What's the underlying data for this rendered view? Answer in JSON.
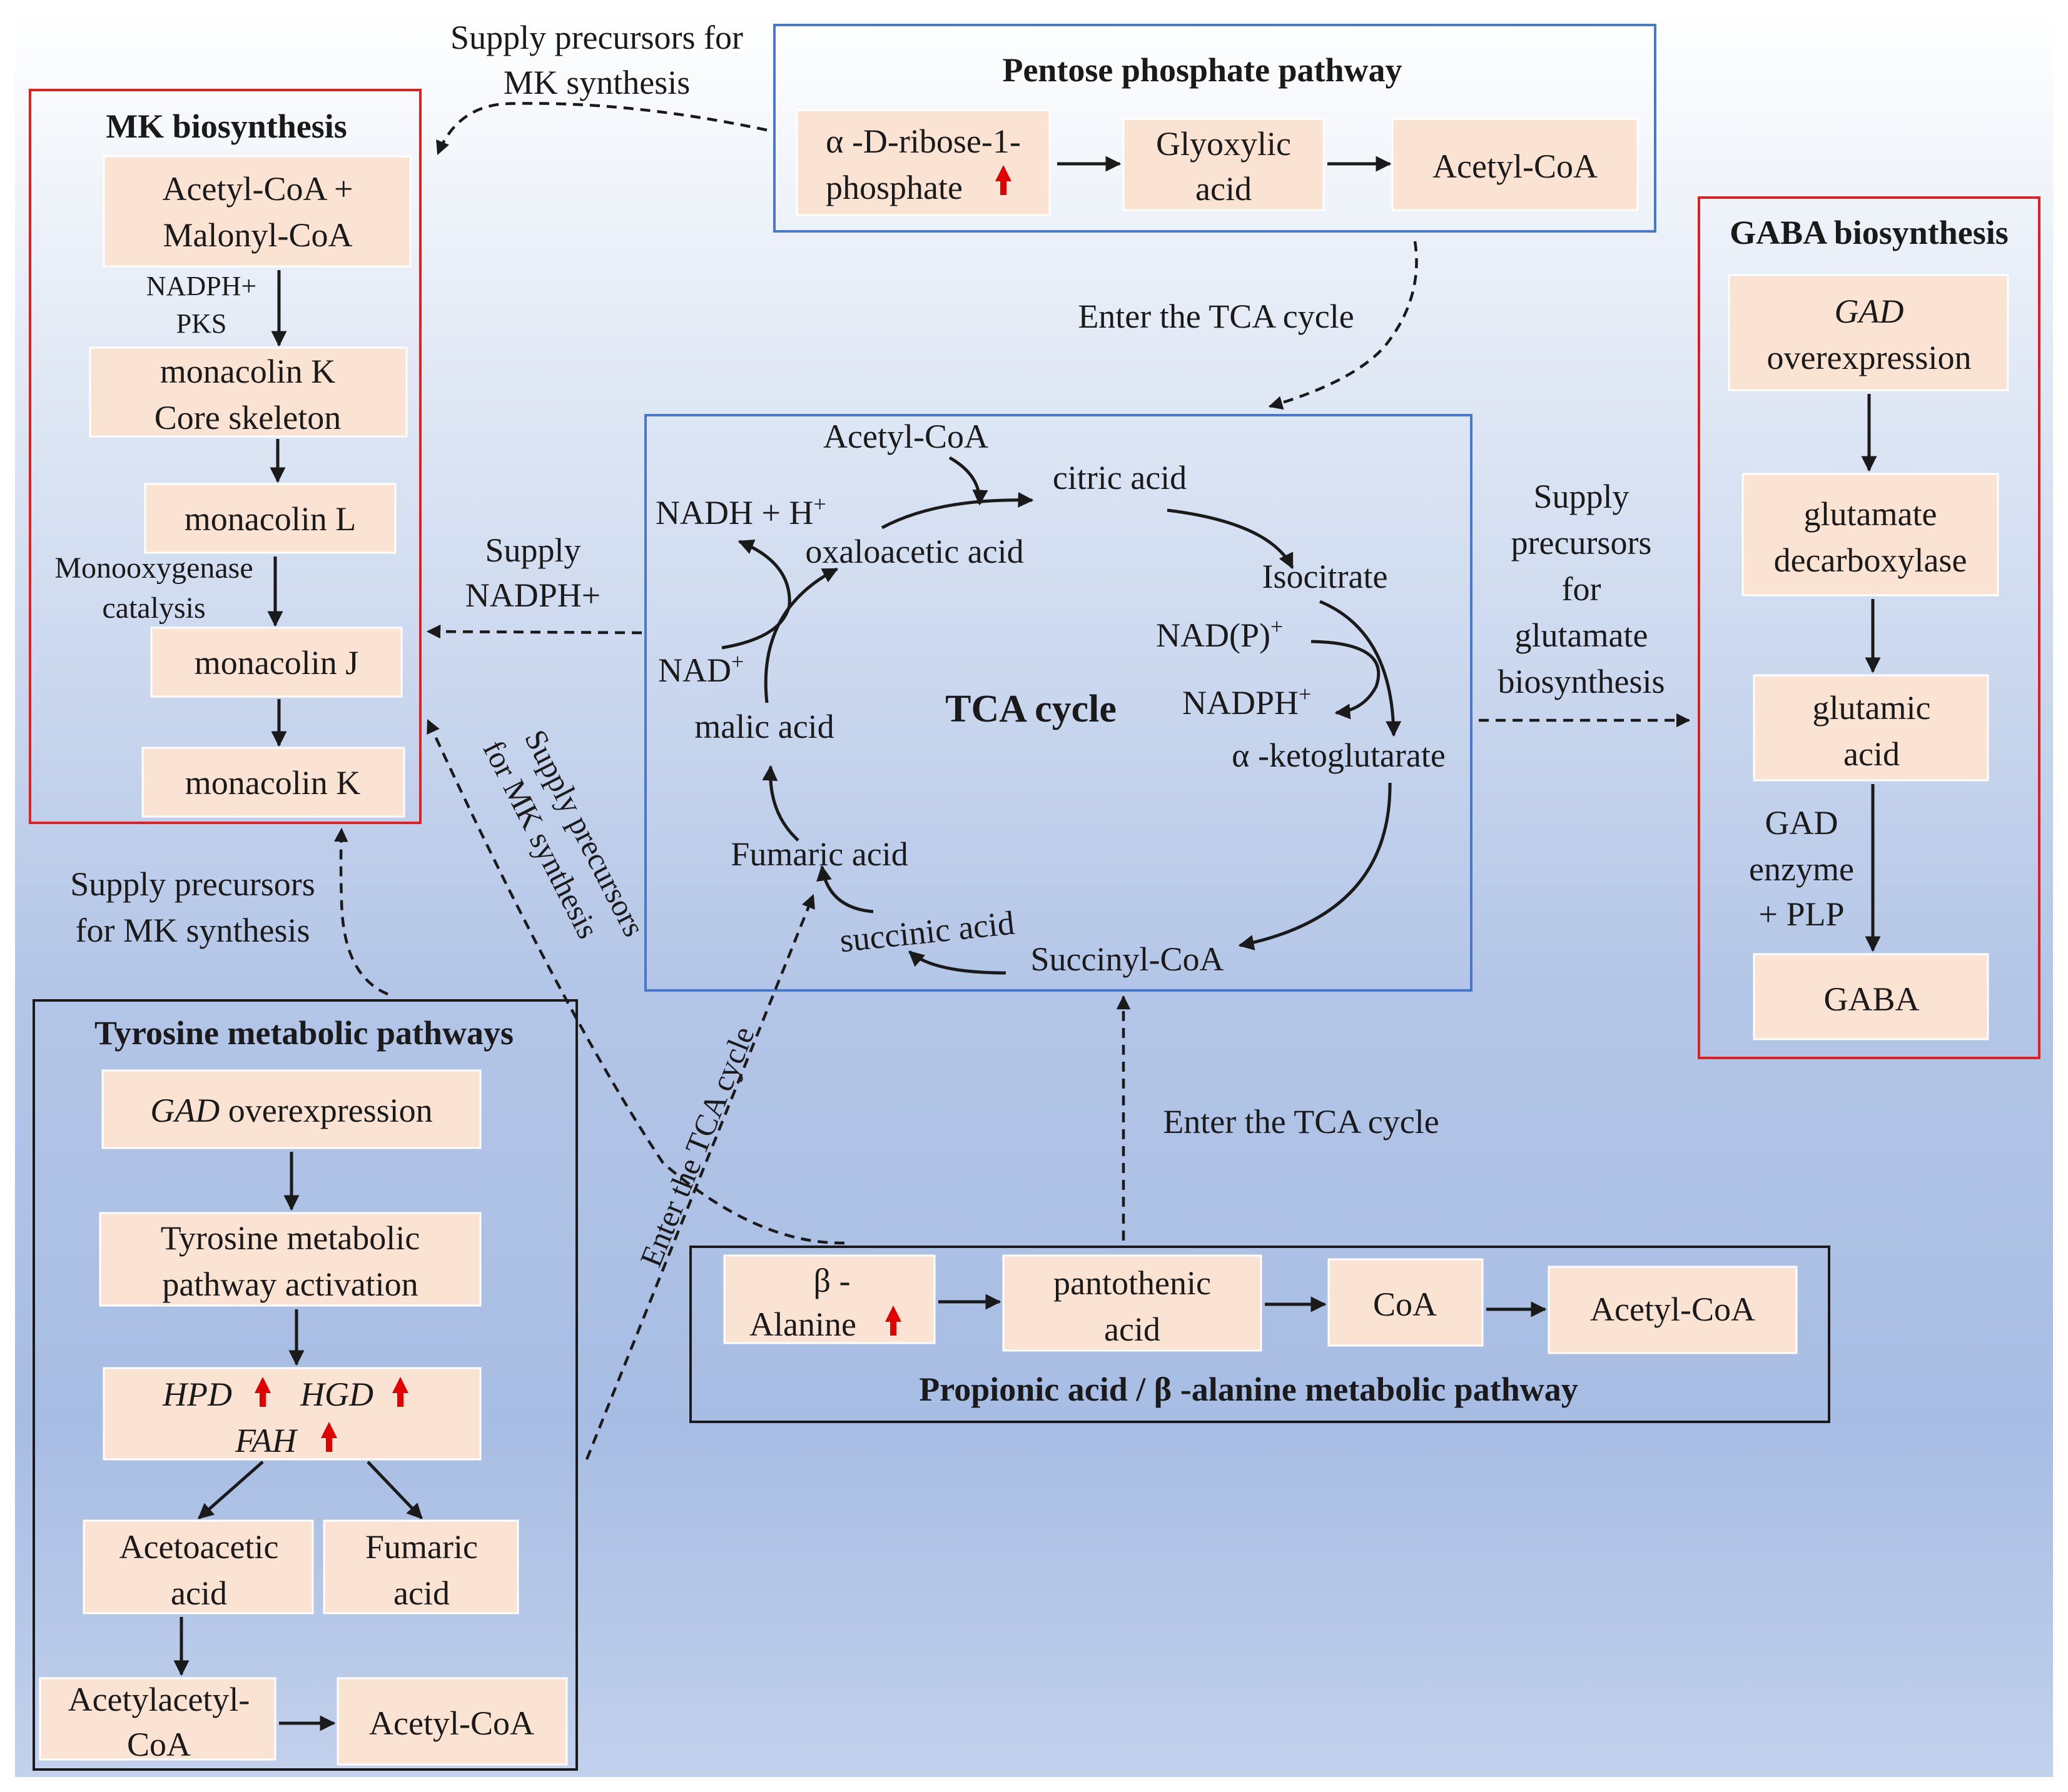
{
  "colors": {
    "node_fill": "#fbe3d4",
    "red_frame": "#e02020",
    "blue_frame": "#4a78c8",
    "black_frame": "#1a1a1a",
    "up_arrow": "#e00000",
    "line": "#1a1a1a"
  },
  "icons": {
    "up_arrow": "red-up-arrow-icon"
  },
  "pentose": {
    "title": "Pentose phosphate pathway",
    "ribose_line1": "α -D-ribose-1-",
    "ribose_line2": "phosphate",
    "glyoxylic_line1": "Glyoxylic",
    "glyoxylic_line2": "acid",
    "acetyl": "Acetyl-CoA"
  },
  "mk": {
    "title": "MK biosynthesis",
    "acetyl_line1": "Acetyl-CoA +",
    "acetyl_line2": "Malonyl-CoA",
    "enzyme_line1": "NADPH+",
    "enzyme_line2": "PKS",
    "core_line1": "monacolin K",
    "core_line2": "Core skeleton",
    "l": "monacolin L",
    "mono_line1": "Monooxygenase",
    "mono_line2": "catalysis",
    "j": "monacolin J",
    "k": "monacolin K"
  },
  "gaba": {
    "title": "GABA biosynthesis",
    "gad_line1": "GAD",
    "gad_line2": "overexpression",
    "decarb_line1": "glutamate",
    "decarb_line2": "decarboxylase",
    "glutamic_line1": "glutamic",
    "glutamic_line2": "acid",
    "enzyme_line1": "GAD",
    "enzyme_line2": "enzyme",
    "enzyme_line3": "+ PLP",
    "gaba": "GABA"
  },
  "tca": {
    "title": "TCA cycle",
    "acetyl": "Acetyl-CoA",
    "citric": "citric acid",
    "nadh_main": "NADH + H",
    "nadh_sup": "+",
    "oxaloacetic": "oxaloacetic acid",
    "isocitrate": "Isocitrate",
    "nadp_main": "NAD(P)",
    "nadp_sup": "+",
    "nad_main": "NAD",
    "nad_sup": "+",
    "nadph_main": "NADPH",
    "nadph_sup": "+",
    "malic": "malic acid",
    "ketoglutarate": "α -ketoglutarate",
    "fumaric": "Fumaric acid",
    "succinic": "succinic acid",
    "succinyl": "Succinyl-CoA"
  },
  "tyrosine": {
    "title": "Tyrosine metabolic pathways",
    "gad_italic": "GAD",
    "gad_rest": " overexpression",
    "activation_line1": "Tyrosine metabolic",
    "activation_line2": "pathway activation",
    "hpd": "HPD",
    "hgd": "HGD",
    "fah": "FAH",
    "acetoacetic_line1": "Acetoacetic",
    "acetoacetic_line2": "acid",
    "fumaric_line1": "Fumaric",
    "fumaric_line2": "acid",
    "acetylacetyl_line1": "Acetylacetyl-",
    "acetylacetyl_line2": "CoA",
    "acetyl": "Acetyl-CoA"
  },
  "propionic": {
    "title": "Propionic acid / β -alanine metabolic pathway",
    "alanine_line1": "β -",
    "alanine_line2": "Alanine",
    "pantothenic_line1": "pantothenic",
    "pantothenic_line2": "acid",
    "coa": "CoA",
    "acetyl": "Acetyl-CoA"
  },
  "labels": {
    "supply_mk_top_line1": "Supply precursors for",
    "supply_mk_top_line2": "MK synthesis",
    "enter_tca_top": "Enter the TCA cycle",
    "supply_nadph_line1": "Supply",
    "supply_nadph_line2": "NADPH+",
    "supply_glutamate_line1": "Supply",
    "supply_glutamate_line2": "precursors",
    "supply_glutamate_line3": "for",
    "supply_glutamate_line4": "glutamate",
    "supply_glutamate_line5": "biosynthesis",
    "supply_mk_left_line1": "Supply precursors",
    "supply_mk_left_line2": "for MK synthesis",
    "supply_mk_diag_line1": "Supply precursors",
    "supply_mk_diag_line2": "for MK synthesis",
    "enter_tca_diag": "Enter the TCA cycle",
    "enter_tca_bottom": "Enter the TCA cycle"
  }
}
